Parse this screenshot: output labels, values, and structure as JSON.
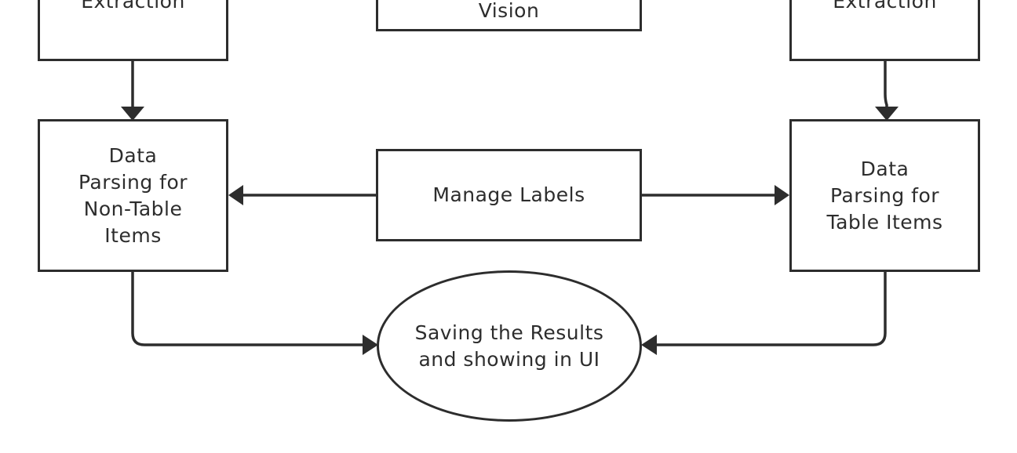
{
  "diagram": {
    "nodes": {
      "top_left": {
        "label": "Extraction"
      },
      "top_center": {
        "label": "Vision"
      },
      "top_right": {
        "label": "Extraction"
      },
      "parse_non_table": {
        "label": "Data\nParsing for\nNon-Table\nItems"
      },
      "manage_labels": {
        "label": "Manage Labels"
      },
      "parse_table": {
        "label": "Data\nParsing for\nTable Items"
      },
      "save_results": {
        "label": "Saving the Results\nand showing in UI"
      }
    },
    "edges": [
      {
        "from": "top_left",
        "to": "parse_non_table"
      },
      {
        "from": "top_right",
        "to": "parse_table"
      },
      {
        "from": "manage_labels",
        "to": "parse_non_table"
      },
      {
        "from": "manage_labels",
        "to": "parse_table"
      },
      {
        "from": "parse_non_table",
        "to": "save_results"
      },
      {
        "from": "parse_table",
        "to": "save_results"
      }
    ],
    "colors": {
      "stroke": "#2d2d2d",
      "background": "#ffffff"
    }
  }
}
